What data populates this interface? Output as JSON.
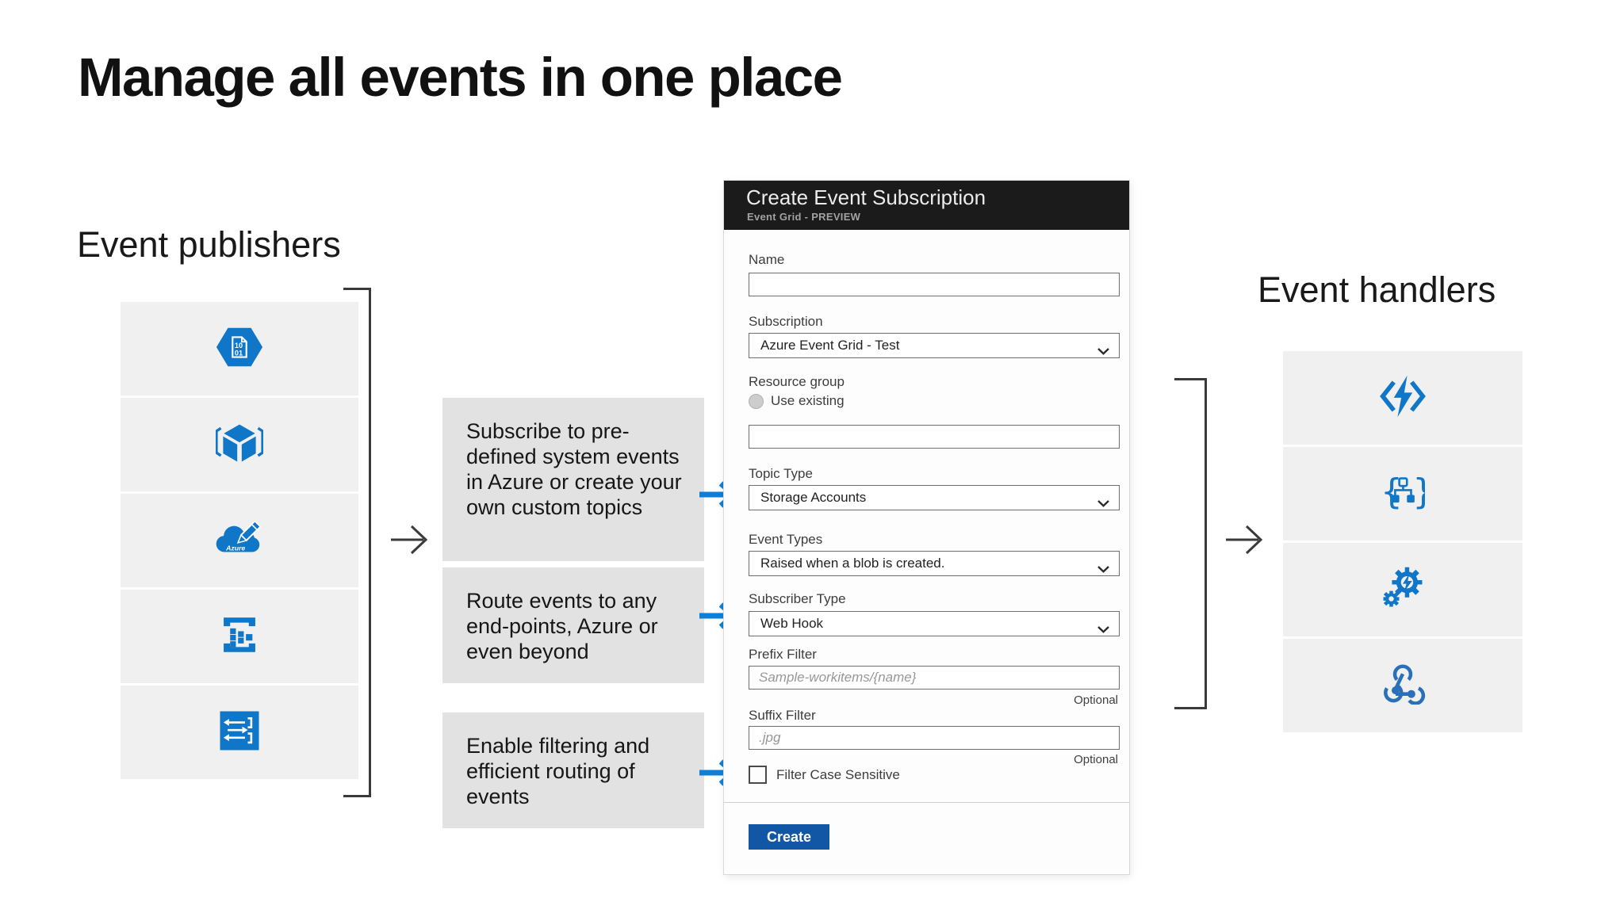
{
  "slide": {
    "title": "Manage all events in one place"
  },
  "publishers": {
    "heading": "Event publishers",
    "tiles": [
      {
        "icon": "iot-hub-icon"
      },
      {
        "icon": "resource-cube-icon"
      },
      {
        "icon": "azure-custom-topics-icon"
      },
      {
        "icon": "event-hubs-icon"
      },
      {
        "icon": "media-services-icon"
      }
    ]
  },
  "handlers": {
    "heading": "Event handlers",
    "tiles": [
      {
        "icon": "azure-functions-icon"
      },
      {
        "icon": "logic-apps-icon"
      },
      {
        "icon": "automation-icon"
      },
      {
        "icon": "webhook-icon"
      }
    ]
  },
  "descriptions": [
    {
      "text": "Subscribe to pre-defined system events in Azure or create your own custom topics"
    },
    {
      "text": "Route events to any end-points, Azure or even beyond"
    },
    {
      "text": "Enable filtering and efficient routing of events"
    }
  ],
  "dialog": {
    "title": "Create Event Subscription",
    "subtitle": "Event Grid - PREVIEW",
    "fields": {
      "name": {
        "label": "Name",
        "value": ""
      },
      "subscription": {
        "label": "Subscription",
        "value": "Azure Event Grid - Test"
      },
      "resource_group": {
        "label": "Resource group",
        "radio_label": "Use existing",
        "value": ""
      },
      "topic_type": {
        "label": "Topic Type",
        "value": "Storage Accounts"
      },
      "event_types": {
        "label": "Event Types",
        "value": "Raised when a blob is created."
      },
      "subscriber_type": {
        "label": "Subscriber Type",
        "value": "Web Hook"
      },
      "prefix_filter": {
        "label": "Prefix Filter",
        "placeholder": "Sample-workitems/{name}",
        "note": "Optional"
      },
      "suffix_filter": {
        "label": "Suffix Filter",
        "placeholder": ".jpg",
        "note": "Optional"
      },
      "filter_case_sensitive": {
        "label": "Filter Case Sensitive",
        "checked": false
      }
    },
    "create_button": "Create"
  },
  "colors": {
    "accent_blue": "#1076C8",
    "arrow_blue": "#0D7FD8",
    "connector_dark": "#3A3A3A",
    "header_dark": "#1B1B1B",
    "button_blue": "#1157A5",
    "tile_bg": "#F0F0F0",
    "desc_bg": "#E2E2E2"
  }
}
